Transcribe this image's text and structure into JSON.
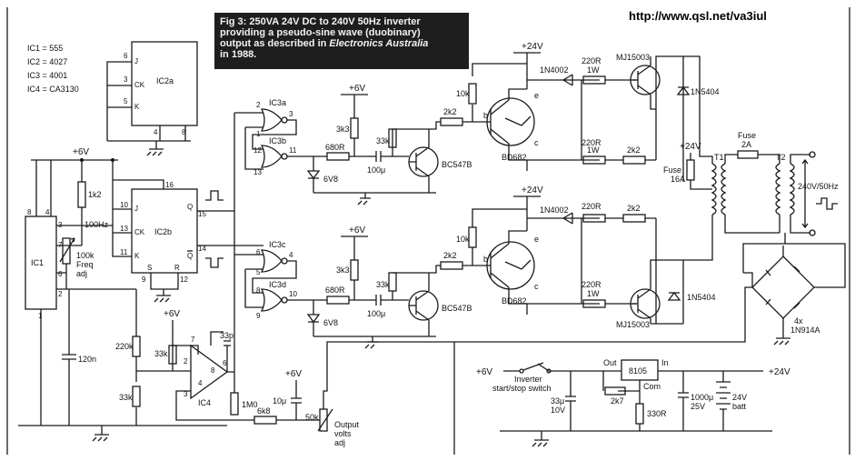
{
  "title": {
    "line1": "Fig 3: 250VA 24V DC to 240V 50Hz inverter",
    "line2": "providing a pseudo-sine wave (duobinary)",
    "line3a": "output as described in ",
    "line3b": "Electronics Australia",
    "line4": "in 1988."
  },
  "url": "http://www.qsl.net/va3iul",
  "legend": [
    "IC1 = 555",
    "IC2 = 4027",
    "IC3 = 4001",
    "IC4 = CA3130"
  ],
  "ics": {
    "ic1": "IC1",
    "ic2a": "IC2a",
    "ic2b": "IC2b",
    "ic3a": "IC3a",
    "ic3b": "IC3b",
    "ic3c": "IC3c",
    "ic3d": "IC3d",
    "ic4": "IC4"
  },
  "pins": {
    "ic2a_j": "J",
    "ic2a_ck": "CK",
    "ic2a_k": "K",
    "ic2a_p6": "6",
    "ic2a_p3": "3",
    "ic2a_p5": "5",
    "ic2a_p4": "4",
    "ic2a_p8": "8",
    "ic2b_j": "J",
    "ic2b_ck": "CK",
    "ic2b_k": "K",
    "ic2b_s": "S",
    "ic2b_r": "R",
    "ic2b_q": "Q",
    "ic2b_qb": "Q",
    "ic2b_p16": "16",
    "ic2b_p10": "10",
    "ic2b_p13": "13",
    "ic2b_p11": "11",
    "ic2b_p9": "9",
    "ic2b_p12": "12",
    "ic2b_p15": "15",
    "ic2b_p14": "14",
    "ic1_p8": "8",
    "ic1_p4": "4",
    "ic1_p3": "3",
    "ic1_p7": "7",
    "ic1_p6": "6",
    "ic1_p2": "2",
    "ic1_p1": "1",
    "ic3a_p2": "2",
    "ic3a_p1": "1",
    "ic3a_p3": "3",
    "ic3b_p12": "12",
    "ic3b_p13": "13",
    "ic3b_p11": "11",
    "ic3c_p6": "6",
    "ic3c_p5": "5",
    "ic3c_p4": "4",
    "ic3d_p8": "8",
    "ic3d_p9": "9",
    "ic3d_p10": "10",
    "ic4_p7": "7",
    "ic4_p2": "2",
    "ic4_p3": "3",
    "ic4_p6": "6",
    "ic4_p8": "8",
    "ic4_p4": "4",
    "reg_out": "Out",
    "reg_in": "In",
    "reg_com": "Com"
  },
  "rails": {
    "v6_ic1": "+6V",
    "v6_top": "+6V",
    "v6_bot": "+6V",
    "v6_ic4": "+6V",
    "v6_out": "+6V",
    "v24_top": "+24V",
    "v24_bot": "+24V",
    "v24_fuse": "+24V",
    "v24_out": "+24V",
    "v6_in": "+6V"
  },
  "components": {
    "r1k2": "1k2",
    "f100hz": "100Hz",
    "pot100k": "100k",
    "pot100k_b": "Freq",
    "pot100k_c": "adj",
    "c120n": "120n",
    "r220k": "220k",
    "r33k_a": "33k",
    "r33k_b": "33k",
    "c33p": "33p",
    "r1m0": "1M0",
    "r6k8": "6k8",
    "c10u": "10μ",
    "pot50k": "50k",
    "outv_a": "Output",
    "outv_b": "volts",
    "outv_c": "adj",
    "r3k3_top": "3k3",
    "r680_top": "680R",
    "d6v8_top": "6V8",
    "c100u_top": "100μ",
    "r33k_top": "33k",
    "q_bc_top": "BC547B",
    "r2k2_top": "2k2",
    "q_bd_top": "BD682",
    "r10k_top": "10k",
    "d1n4002_top": "1N4002",
    "r220_top1": "220R",
    "r220_top1w": "1W",
    "r220_top2": "220R",
    "r220_top2w": "1W",
    "r2k2_top2": "2k2",
    "q_mj_top": "MJ15003",
    "d1n5404_top": "1N5404",
    "r3k3_bot": "3k3",
    "r680_bot": "680R",
    "d6v8_bot": "6V8",
    "c100u_bot": "100μ",
    "r33k_bot": "33k",
    "q_bc_bot": "BC547B",
    "r2k2_bot": "2k2",
    "q_bd_bot": "BD682",
    "r10k_bot": "10k",
    "d1n4002_bot": "1N4002",
    "r220_bot1": "220R",
    "r220_bot2": "220R",
    "r220_bot2w": "1W",
    "r2k2_bot2": "2k2",
    "q_mj_bot": "MJ15003",
    "d1n5404_bot": "1N5404",
    "fuse16": "Fuse",
    "fuse16b": "16A",
    "fuse2": "Fuse",
    "fuse2b": "2A",
    "t1": "T1",
    "t2": "T2",
    "out240": "240V/50Hz",
    "bridge": "4x",
    "bridge_b": "1N914A",
    "sw_a": "Inverter",
    "sw_b": "start/stop switch",
    "c33u": "33μ",
    "c33u_v": "10V",
    "r2k7": "2k7",
    "r330": "330R",
    "reg": "8105",
    "c1000": "1000μ",
    "c1000v": "25V",
    "batt": "24V",
    "batt_b": "batt",
    "e_top": "e",
    "b_top": "b",
    "c_top": "c",
    "e_bot": "e",
    "b_bot": "b",
    "c_bot": "c"
  }
}
